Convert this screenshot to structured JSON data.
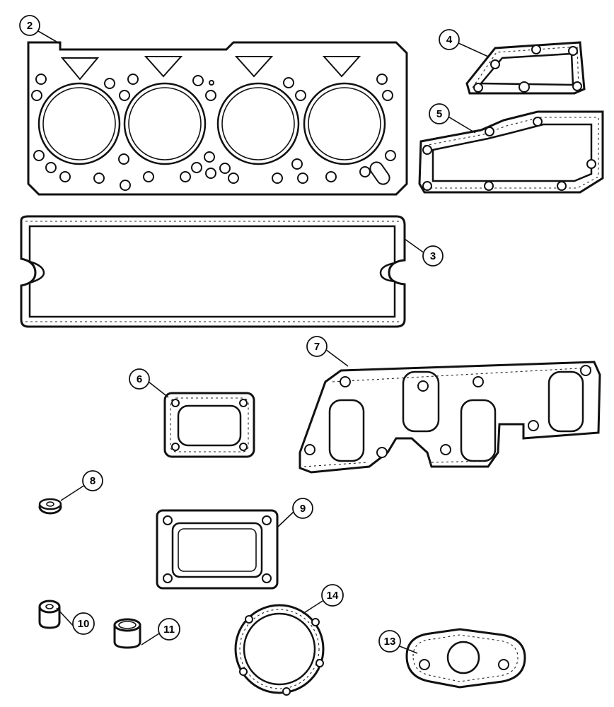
{
  "callouts": {
    "c2": "2",
    "c3": "3",
    "c4": "4",
    "c5": "5",
    "c6": "6",
    "c7": "7",
    "c8": "8",
    "c9": "9",
    "c10": "10",
    "c11": "11",
    "c13": "13",
    "c14": "14"
  }
}
